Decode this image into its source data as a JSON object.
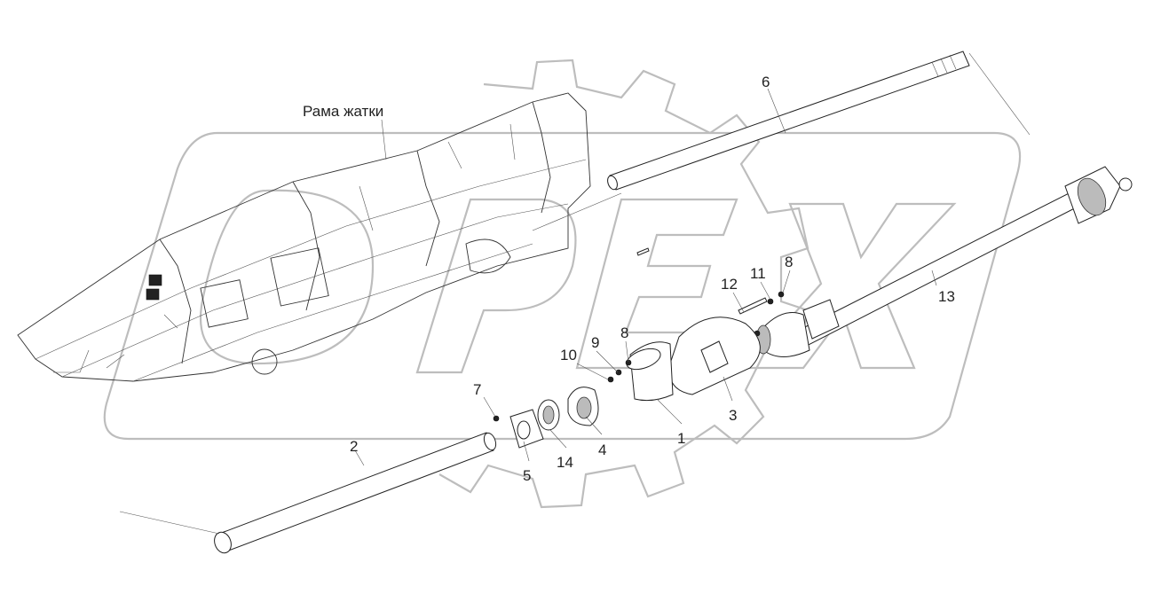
{
  "frame_label": "Рама жатки",
  "callouts": {
    "c1": "1",
    "c2": "2",
    "c3": "3",
    "c4": "4",
    "c5": "5",
    "c6": "6",
    "c7": "7",
    "c8a": "8",
    "c8b": "8",
    "c9": "9",
    "c10": "10",
    "c11": "11",
    "c12": "12",
    "c13": "13",
    "c14": "14"
  }
}
